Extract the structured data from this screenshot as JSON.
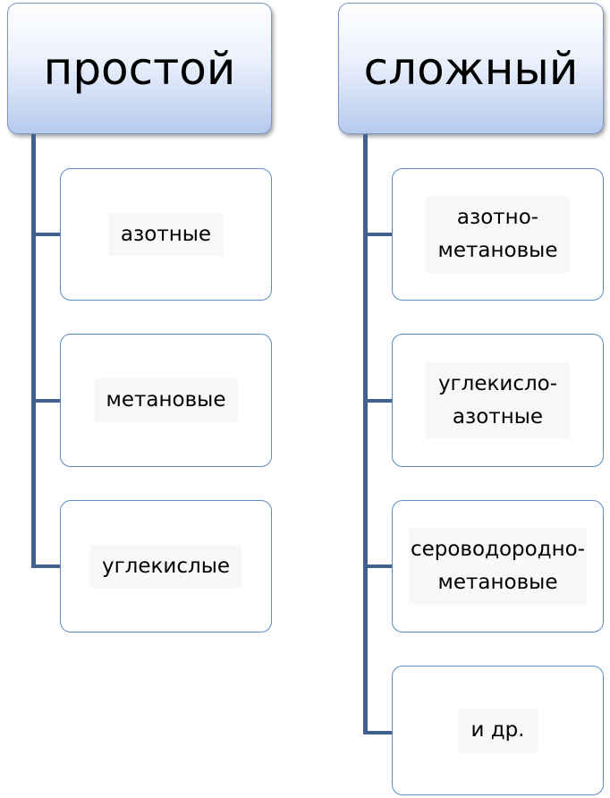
{
  "left_column": {
    "title": "простой",
    "items": [
      "азотные",
      "метановые",
      "углекислые"
    ]
  },
  "right_column": {
    "title": "сложный",
    "items": [
      "азотно-\nметановые",
      "углекисло-\nазотные",
      "сероводородно-\nметановые",
      "и др."
    ]
  }
}
